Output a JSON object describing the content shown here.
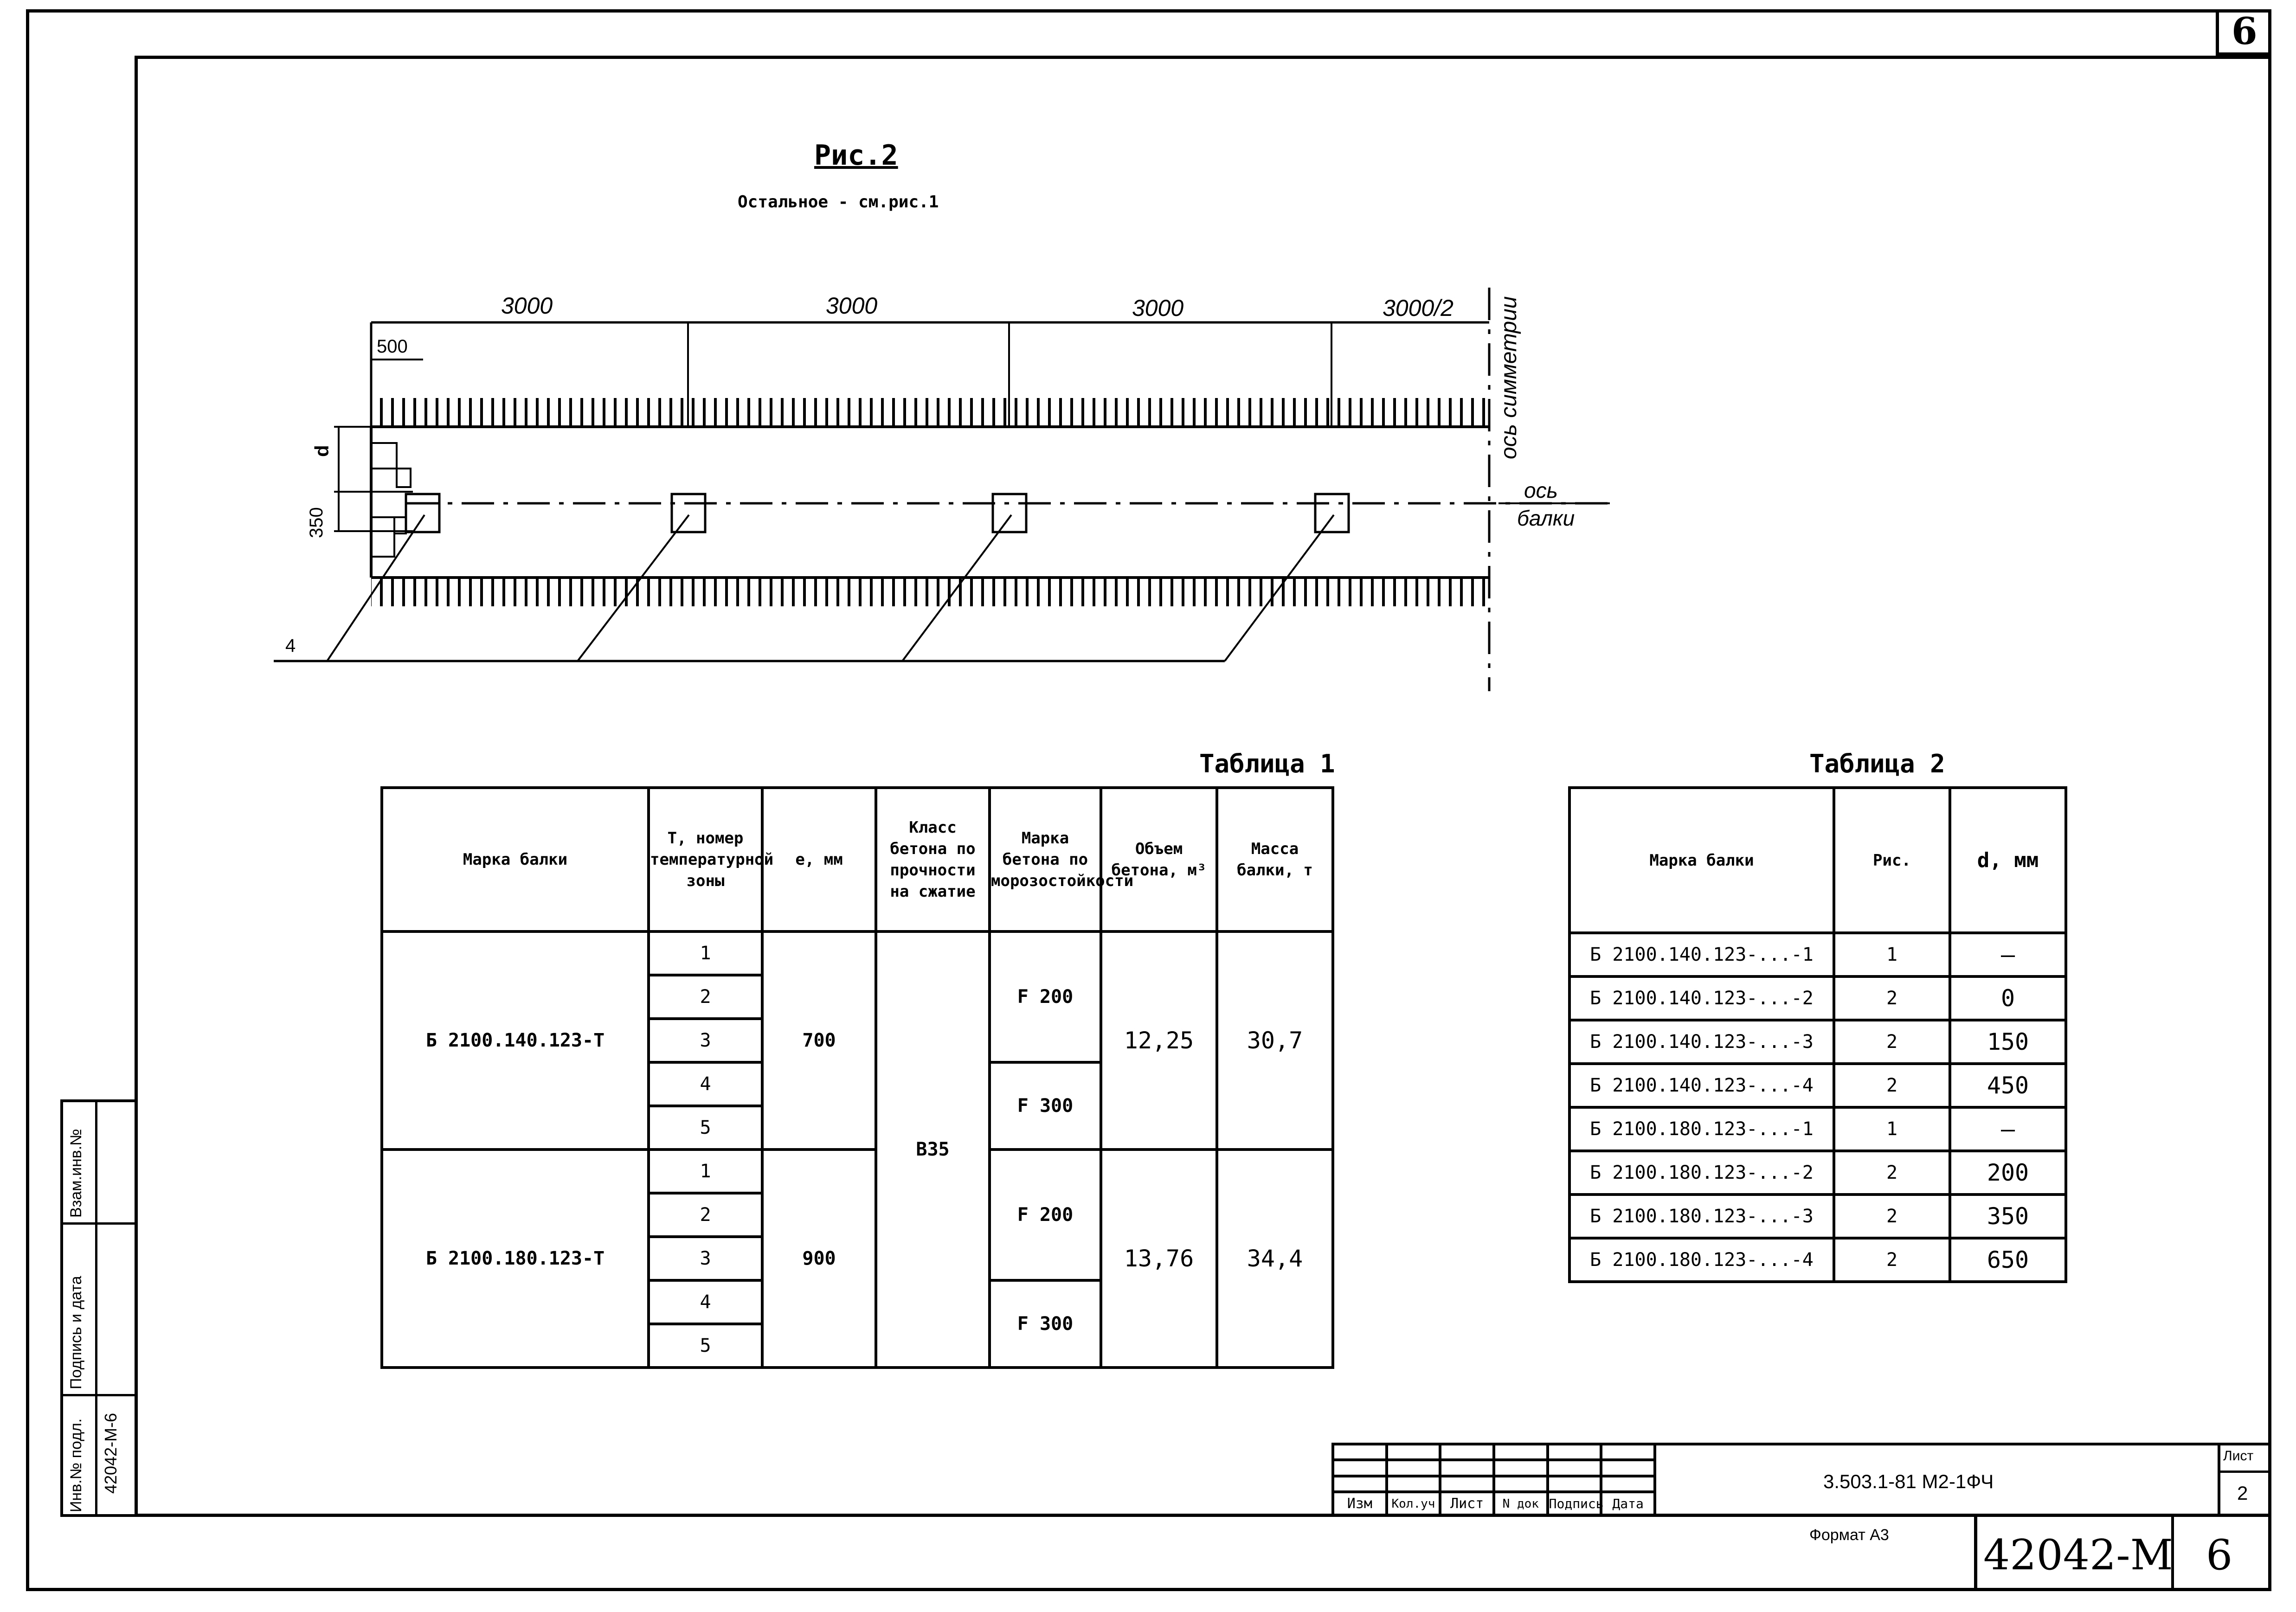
{
  "sheet_corner": "6",
  "figure": {
    "title": "Рис.2",
    "subtitle": "Остальное - см.рис.1",
    "spans": [
      "3000",
      "3000",
      "3000",
      "3000/2"
    ],
    "dim_500": "500",
    "dim_d": "d",
    "dim_350": "350",
    "symmetry_axis": "ось симметрии",
    "beam_axis_1": "ось",
    "beam_axis_2": "балки",
    "callout": "4"
  },
  "table1": {
    "caption": "Таблица 1",
    "headers": {
      "mark": "Марка балки",
      "temp_zone": "Т, номер температурной зоны",
      "e": "е, мм",
      "concrete_class": "Класс бетона по прочности на сжатие",
      "frost_mark": "Марка бетона по морозостойкости",
      "volume": "Объем бетона, м³",
      "mass": "Масса балки, т"
    },
    "groups": [
      {
        "mark": "Б 2100.140.123-Т",
        "zones": [
          "1",
          "2",
          "3",
          "4",
          "5"
        ],
        "e": "700",
        "frost": [
          "F 200",
          "F 300"
        ],
        "volume": "12,25",
        "mass": "30,7"
      },
      {
        "mark": "Б 2100.180.123-Т",
        "zones": [
          "1",
          "2",
          "3",
          "4",
          "5"
        ],
        "e": "900",
        "frost": [
          "F 200",
          "F 300"
        ],
        "volume": "13,76",
        "mass": "34,4"
      }
    ],
    "concrete_class": "В35"
  },
  "table2": {
    "caption": "Таблица 2",
    "headers": {
      "mark": "Марка балки",
      "fig": "Рис.",
      "d": "d, мм"
    },
    "rows": [
      {
        "mark": "Б 2100.140.123-...-1",
        "fig": "1",
        "d": "–"
      },
      {
        "mark": "Б 2100.140.123-...-2",
        "fig": "2",
        "d": "0"
      },
      {
        "mark": "Б 2100.140.123-...-3",
        "fig": "2",
        "d": "150"
      },
      {
        "mark": "Б 2100.140.123-...-4",
        "fig": "2",
        "d": "450"
      },
      {
        "mark": "Б 2100.180.123-...-1",
        "fig": "1",
        "d": "–"
      },
      {
        "mark": "Б 2100.180.123-...-2",
        "fig": "2",
        "d": "200"
      },
      {
        "mark": "Б 2100.180.123-...-3",
        "fig": "2",
        "d": "350"
      },
      {
        "mark": "Б 2100.180.123-...-4",
        "fig": "2",
        "d": "650"
      }
    ]
  },
  "side_stamp": {
    "inv_orig": "Инв.№ подл.",
    "inv_value": "42042-М-6",
    "sign_date": "Подпись и дата",
    "inv_swap": "Взам.инв.№"
  },
  "title_block": {
    "cols": [
      "Изм",
      "Кол.уч",
      "Лист",
      "N док",
      "Подпись",
      "Дата"
    ],
    "doc_code": "3.503.1-81 М2-1ФЧ",
    "sheet_label": "Лист",
    "sheet_no": "2",
    "format": "Формат А3",
    "inventory": "42042-М",
    "inventory_sheet": "6"
  }
}
